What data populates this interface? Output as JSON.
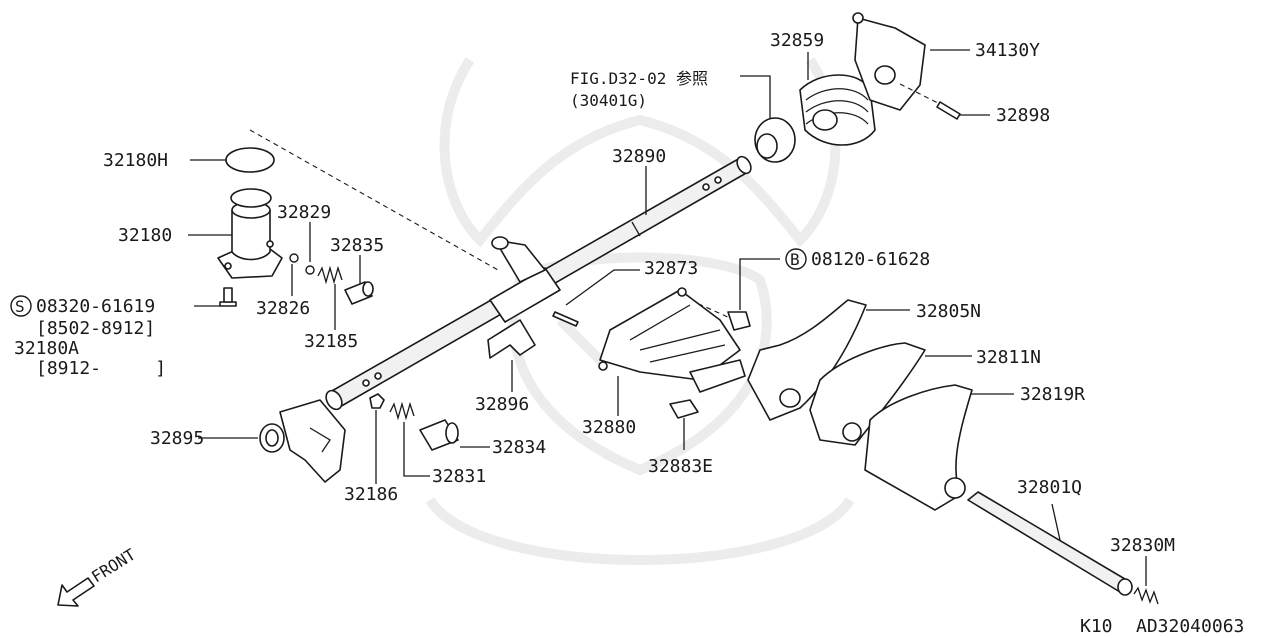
{
  "diagram": {
    "callouts": {
      "p34130Y": "34130Y",
      "p32859": "32859",
      "p32898": "32898",
      "figref": "FIG.D32-02 参照",
      "figref_sub": "(30401G)",
      "p32180H": "32180H",
      "p32890": "32890",
      "p32829": "32829",
      "p32180": "32180",
      "p32835": "32835",
      "p32873": "32873",
      "p08120": "08120-61628",
      "p08320": "08320-61619",
      "p08320_range": "[8502-8912]",
      "p32826": "32826",
      "p32180A": "32180A",
      "p32180A_range": "[8912-     ]",
      "p32185": "32185",
      "p32805N": "32805N",
      "p32811N": "32811N",
      "p32819R": "32819R",
      "p32896": "32896",
      "p32880": "32880",
      "p32834": "32834",
      "p32895": "32895",
      "p32831": "32831",
      "p32883E": "32883E",
      "p32186": "32186",
      "p32801Q": "32801Q",
      "p32830M": "32830M"
    },
    "markers": {
      "b": "B",
      "s": "S"
    },
    "front_label": "FRONT",
    "footer": {
      "model": "K10",
      "diagram_id": "AD32040063"
    }
  }
}
